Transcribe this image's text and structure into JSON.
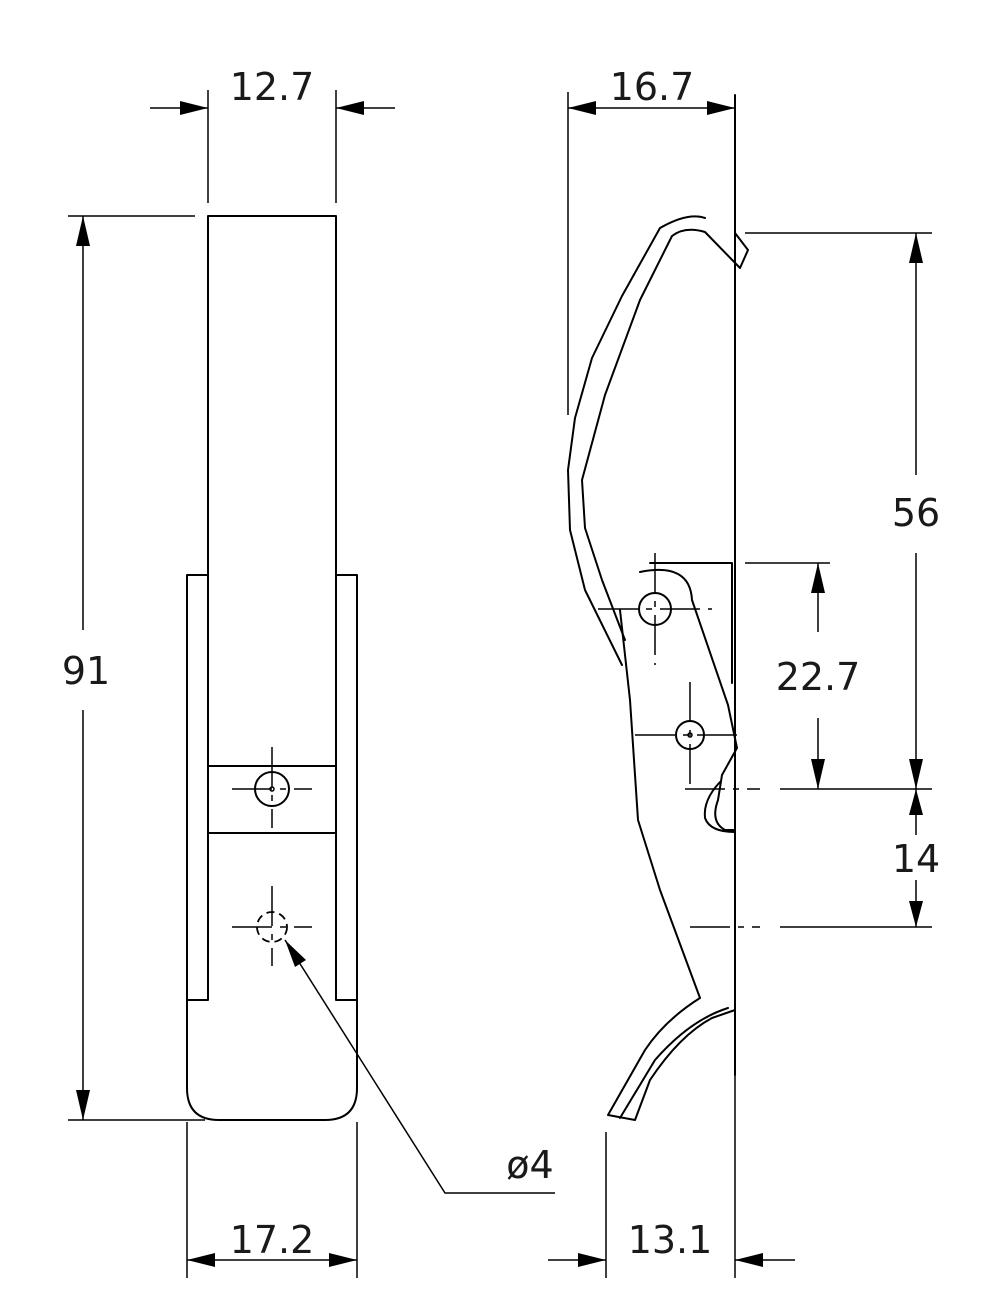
{
  "dimensions": {
    "front_top_width": "12.7",
    "front_total_height": "91",
    "front_bottom_width": "17.2",
    "hole_diameter": "ø4",
    "side_top_width": "16.7",
    "side_hook_height": "56",
    "side_pivot_spacing": "22.7",
    "side_lower_spacing": "14",
    "side_bottom_width": "13.1"
  }
}
